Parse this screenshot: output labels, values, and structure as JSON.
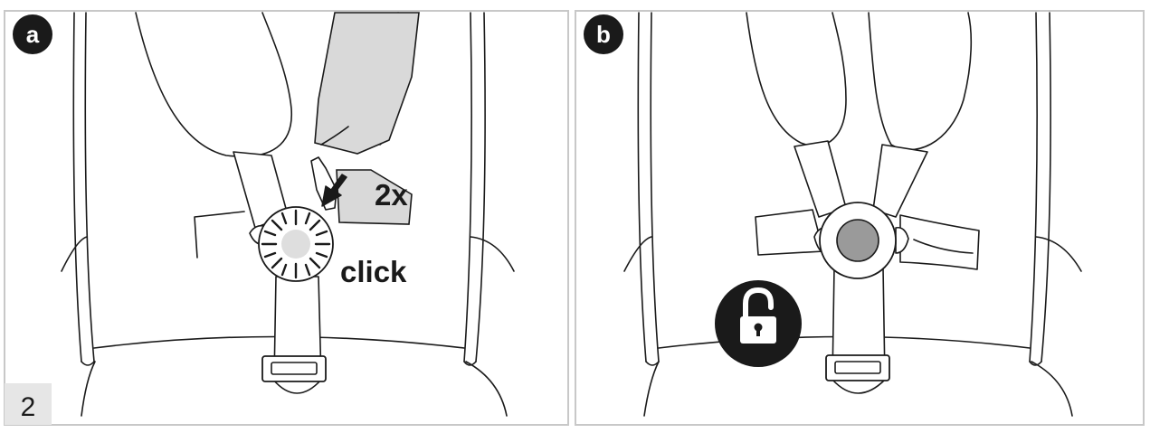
{
  "panels": [
    {
      "badge": "a",
      "annotations": {
        "count": "2x",
        "sound": "click"
      }
    },
    {
      "badge": "b",
      "icon": "padlock-unlocked-icon"
    }
  ],
  "step_number": "2",
  "colors": {
    "line": "#1a1a1a",
    "frame": "#c8c8c8",
    "strap_shade": "#d9d9d9",
    "button_light": "#dedede",
    "button_dark": "#9a9a9a",
    "step_box": "#e6e6e6"
  }
}
